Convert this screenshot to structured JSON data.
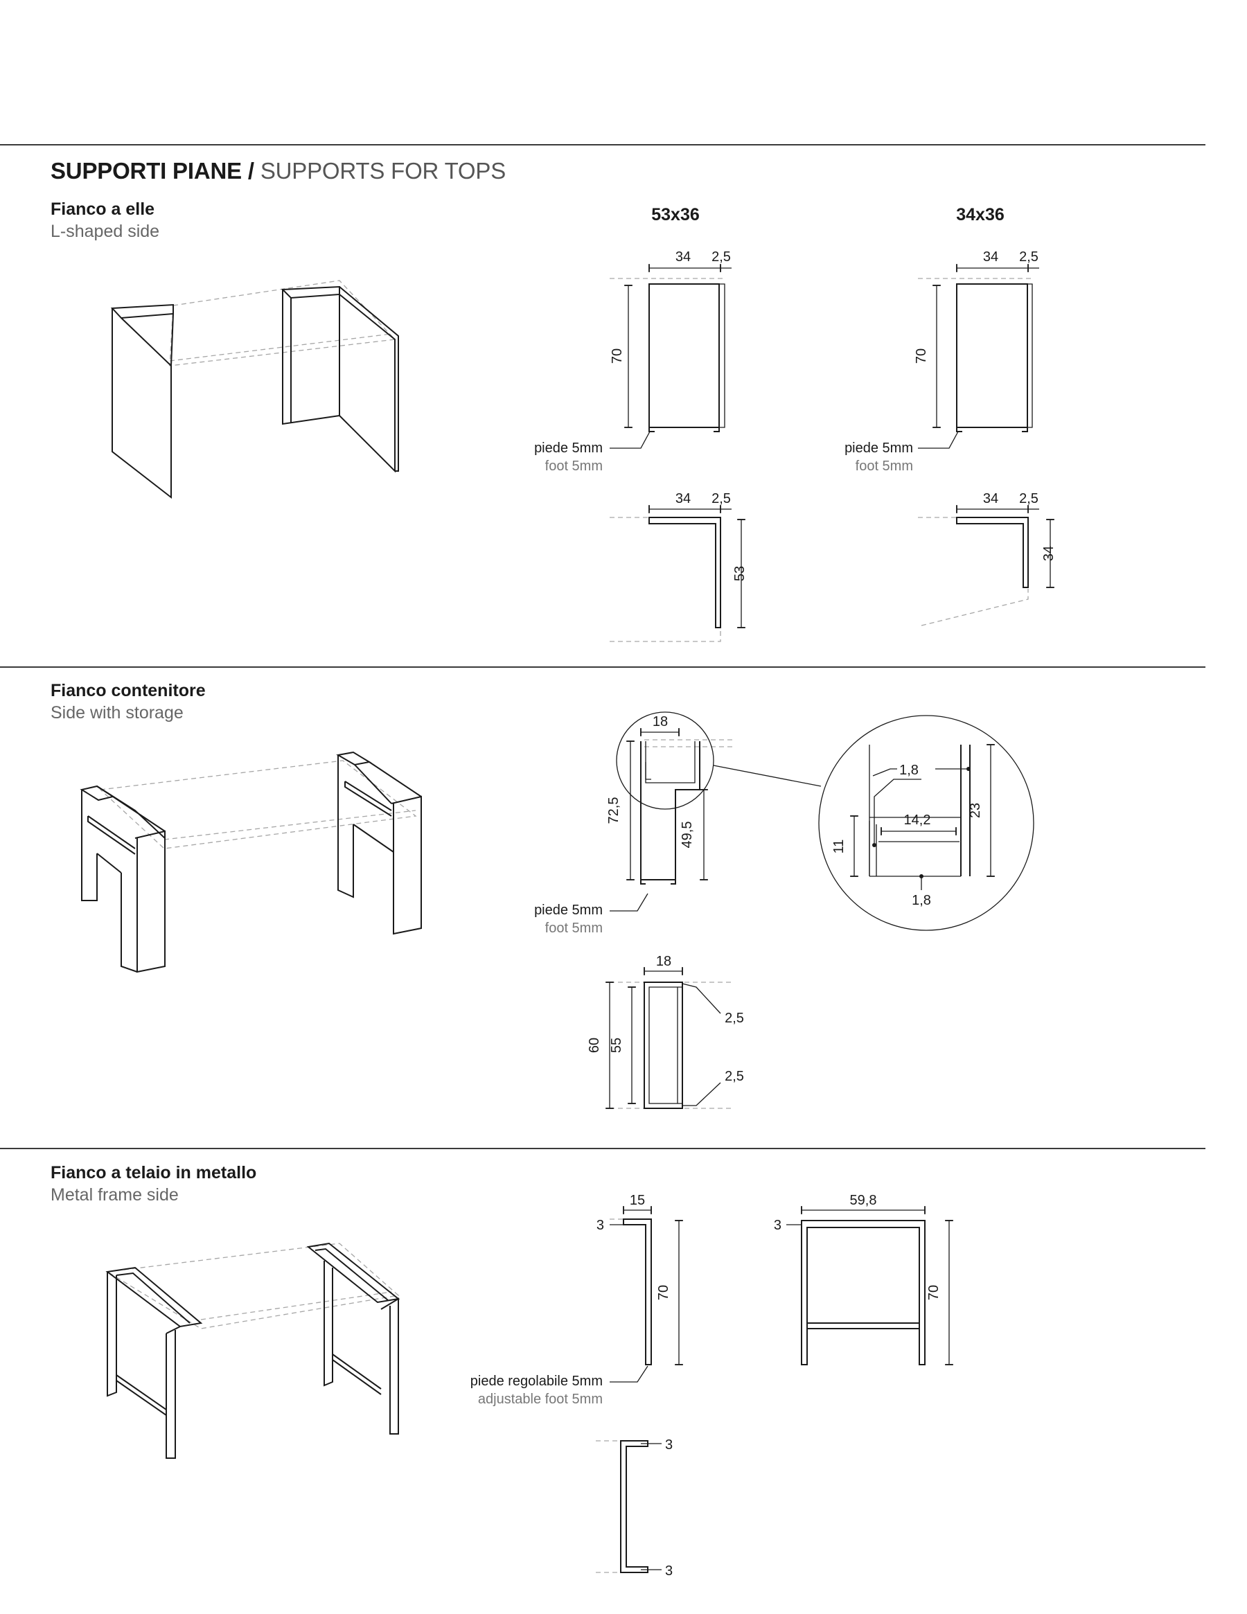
{
  "header": {
    "title_bold": "SUPPORTI PIANE /",
    "title_light": "SUPPORTS FOR TOPS"
  },
  "sections": [
    {
      "name_it": "Fianco a elle",
      "name_en": "L-shaped side"
    },
    {
      "name_it": "Fianco contenitore",
      "name_en": "Side with storage"
    },
    {
      "name_it": "Fianco a telaio in metallo",
      "name_en": "Metal frame side"
    }
  ],
  "l_shaped": {
    "variants": [
      "53x36",
      "34x36"
    ],
    "dims": {
      "w34": "34",
      "t25": "2,5",
      "h70": "70",
      "d53": "53",
      "d34": "34"
    },
    "foot_it": "piede 5mm",
    "foot_en": "foot 5mm"
  },
  "storage": {
    "dims": {
      "w18": "18",
      "h725": "72,5",
      "h495": "49,5",
      "d18a": "1,8",
      "d142": "14,2",
      "d23": "23",
      "d11": "11",
      "d18b": "1,8",
      "h60": "60",
      "h55": "55",
      "t25a": "2,5",
      "t25b": "2,5",
      "w18b": "18"
    },
    "foot_it": "piede 5mm",
    "foot_en": "foot 5mm"
  },
  "metal": {
    "dims": {
      "w15": "15",
      "t3a": "3",
      "h70a": "70",
      "w598": "59,8",
      "t3b": "3",
      "h70b": "70",
      "t3c": "3",
      "t3d": "3"
    },
    "foot_it": "piede regolabile 5mm",
    "foot_en": "adjustable foot 5mm"
  }
}
